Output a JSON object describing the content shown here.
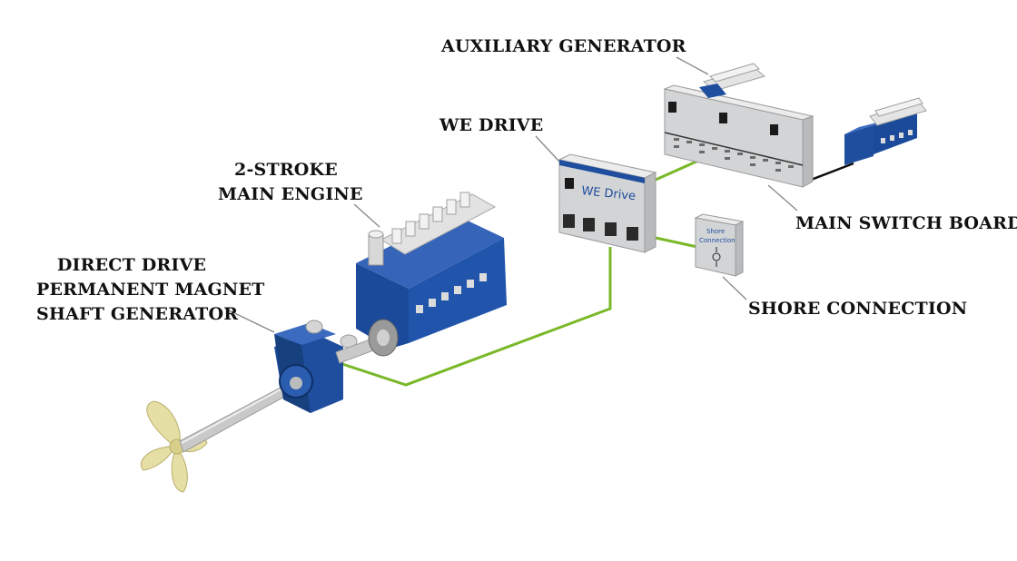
{
  "labels": {
    "auxiliary_generator": "AUXILIARY GENERATOR",
    "we_drive": "WE DRIVE",
    "two_stroke_line1": "2-STROKE",
    "two_stroke_line2": "MAIN ENGINE",
    "shaft_gen_line1": "DIRECT DRIVE",
    "shaft_gen_line2": "PERMANENT MAGNET",
    "shaft_gen_line3": "SHAFT GENERATOR",
    "main_switch_board": "MAIN SWITCH BOARD",
    "shore_connection": "SHORE CONNECTION"
  },
  "panels": {
    "we_drive_brand": "WE Drive",
    "shore_line1": "Shore",
    "shore_line2": "Connection"
  },
  "colors": {
    "machine_blue": "#1f4e9f",
    "cable_green": "#7ab828",
    "cabinet_grey": "#d2d4d6",
    "propeller": "#e6dfa5"
  }
}
